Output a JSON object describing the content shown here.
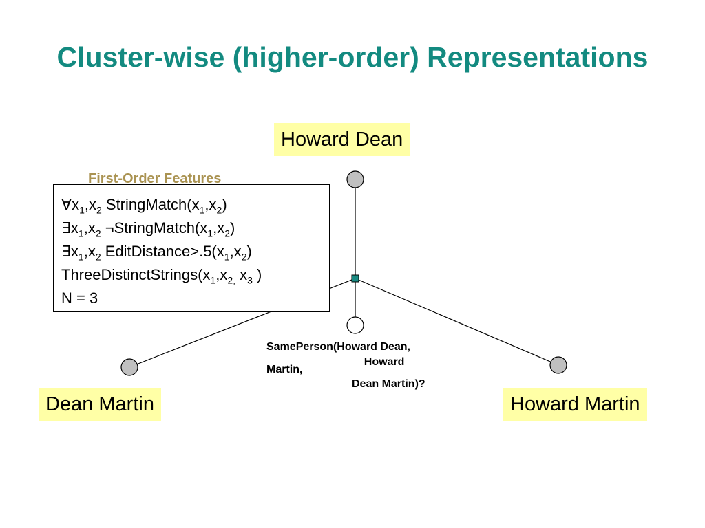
{
  "slide": {
    "title": "Cluster-wise (higher-order) Representations"
  },
  "nodes": {
    "top_label": "Howard Dean",
    "left_label": "Dean Martin",
    "right_label": "Howard Martin"
  },
  "features": {
    "title": "First-Order Features",
    "lines": [
      {
        "quantifier": "∀",
        "parts": [
          "x",
          "1",
          ",x",
          "2",
          " StringMatch(x",
          "1",
          ",x",
          "2",
          ")"
        ]
      },
      {
        "quantifier": "∃",
        "parts": [
          "x",
          "1",
          ",x",
          "2",
          " ¬StringMatch(x",
          "1",
          ",x",
          "2",
          ")"
        ]
      },
      {
        "quantifier": "∃",
        "parts": [
          "x",
          "1",
          ",x",
          "2",
          " EditDistance>.5(x",
          "1",
          ",x",
          "2",
          ")"
        ]
      },
      {
        "quantifier": "",
        "parts": [
          "ThreeDistinctStrings(x",
          "1",
          ",x",
          "2,",
          " x",
          "3",
          " )"
        ]
      },
      {
        "quantifier": "",
        "parts": [
          "N = 3"
        ]
      }
    ]
  },
  "query": {
    "line1": "SamePerson(Howard Dean,",
    "line2": "Martin,",
    "line3": "    Howard",
    "line4": "Dean Martin)?"
  },
  "colors": {
    "title": "#138a80",
    "name_box_fill": "#ffffa6",
    "features_title": "#aa9352",
    "factor_node": "#1a8b82",
    "variable_node": "#c0c0c0"
  }
}
